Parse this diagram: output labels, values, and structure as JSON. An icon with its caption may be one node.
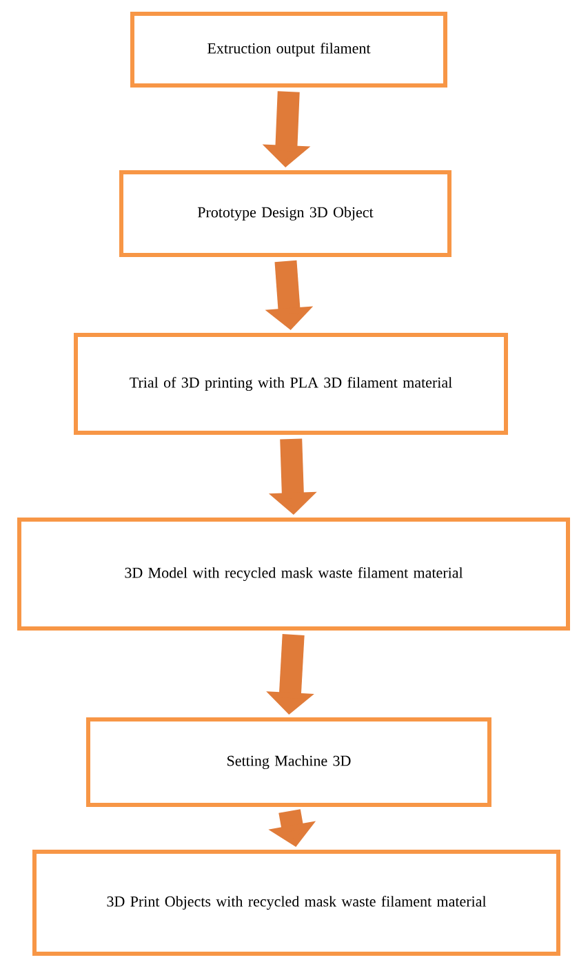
{
  "diagram": {
    "nodes": [
      {
        "text": [
          "Extruction output filament"
        ]
      },
      {
        "text": [
          "Prototype Design 3D Object"
        ]
      },
      {
        "text": [
          "Trial of 3D printing with PLA 3D filament material"
        ]
      },
      {
        "text": [
          "3D Model with recycled mask waste filament material"
        ]
      },
      {
        "text": [
          "Setting Machine 3D"
        ]
      },
      {
        "text": [
          "3D Print Objects with recycled mask waste filament material"
        ]
      }
    ],
    "edges": [
      {
        "from": 0,
        "to": 1,
        "arrow": "to"
      },
      {
        "from": 1,
        "to": 2,
        "arrow": "to"
      },
      {
        "from": 2,
        "to": 3,
        "arrow": "to"
      },
      {
        "from": 3,
        "to": 4,
        "arrow": "to"
      },
      {
        "from": 4,
        "to": 5,
        "arrow": "to"
      }
    ]
  }
}
